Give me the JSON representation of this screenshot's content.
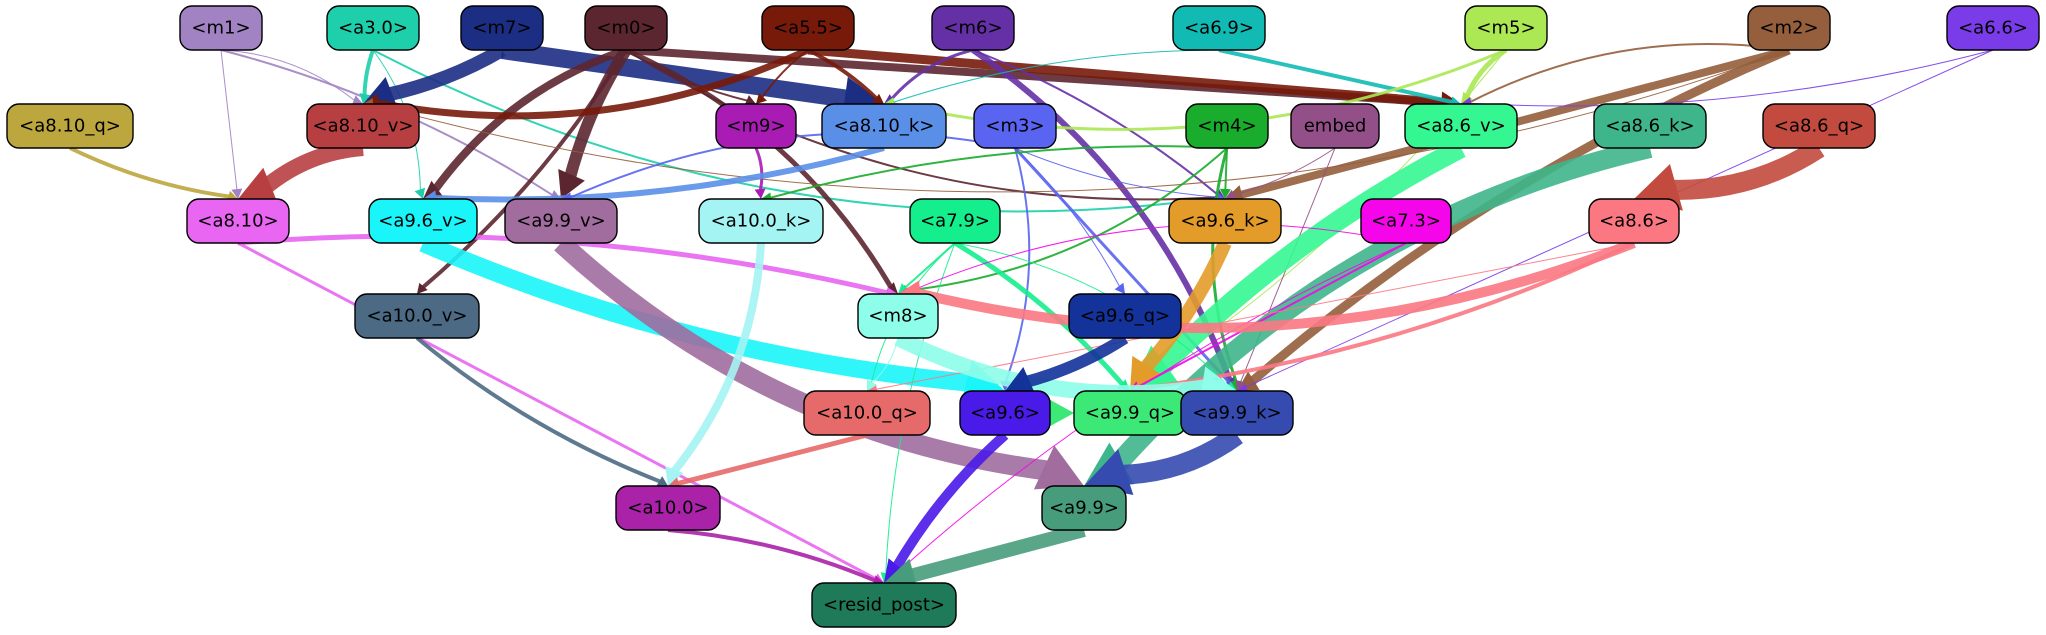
{
  "graph": {
    "nodes": [
      {
        "id": "m1",
        "label": "<m1>",
        "color": "#a182c2"
      },
      {
        "id": "a3_0",
        "label": "<a3.0>",
        "color": "#1dcfaa"
      },
      {
        "id": "m7",
        "label": "<m7>",
        "color": "#1c2e84"
      },
      {
        "id": "m0",
        "label": "<m0>",
        "color": "#5c2630"
      },
      {
        "id": "a5_5",
        "label": "<a5.5>",
        "color": "#771a0a"
      },
      {
        "id": "m6",
        "label": "<m6>",
        "color": "#6530a6"
      },
      {
        "id": "a6_9",
        "label": "<a6.9>",
        "color": "#12bab4"
      },
      {
        "id": "m5",
        "label": "<m5>",
        "color": "#abe854"
      },
      {
        "id": "m2",
        "label": "<m2>",
        "color": "#955e3c"
      },
      {
        "id": "a6_6",
        "label": "<a6.6>",
        "color": "#7a3be8"
      },
      {
        "id": "a8_10_q",
        "label": "<a8.10_q>",
        "color": "#bca63e"
      },
      {
        "id": "a8_10_v",
        "label": "<a8.10_v>",
        "color": "#b73f42"
      },
      {
        "id": "m9",
        "label": "<m9>",
        "color": "#a81cb4"
      },
      {
        "id": "a8_10_k",
        "label": "<a8.10_k>",
        "color": "#5a8fe8"
      },
      {
        "id": "m3",
        "label": "<m3>",
        "color": "#5964f0"
      },
      {
        "id": "m4",
        "label": "<m4>",
        "color": "#1aac2c"
      },
      {
        "id": "embed",
        "label": "embed",
        "color": "#934f88"
      },
      {
        "id": "a8_6_v",
        "label": "<a8.6_v>",
        "color": "#35f792"
      },
      {
        "id": "a8_6_k",
        "label": "<a8.6_k>",
        "color": "#3eb58a"
      },
      {
        "id": "a8_6_q",
        "label": "<a8.6_q>",
        "color": "#c24a3e"
      },
      {
        "id": "a8_10",
        "label": "<a8.10>",
        "color": "#e866f1"
      },
      {
        "id": "a9_6_v",
        "label": "<a9.6_v>",
        "color": "#19f5f9"
      },
      {
        "id": "a9_9_v",
        "label": "<a9.9_v>",
        "color": "#a06d9e"
      },
      {
        "id": "a10_0_k",
        "label": "<a10.0_k>",
        "color": "#a3f4f3"
      },
      {
        "id": "a7_9",
        "label": "<a7.9>",
        "color": "#15ee8c"
      },
      {
        "id": "a9_6_k",
        "label": "<a9.6_k>",
        "color": "#e39b2a"
      },
      {
        "id": "a7_3",
        "label": "<a7.3>",
        "color": "#f505e9"
      },
      {
        "id": "a8_6",
        "label": "<a8.6>",
        "color": "#fb7883"
      },
      {
        "id": "a10_0_v",
        "label": "<a10.0_v>",
        "color": "#4c6a84"
      },
      {
        "id": "m8",
        "label": "<m8>",
        "color": "#8efde9"
      },
      {
        "id": "a9_6_q",
        "label": "<a9.6_q>",
        "color": "#13329a"
      },
      {
        "id": "a10_0_q",
        "label": "<a10.0_q>",
        "color": "#e56a69"
      },
      {
        "id": "a9_6",
        "label": "<a9.6>",
        "color": "#4a1ae8"
      },
      {
        "id": "a9_9_q",
        "label": "<a9.9_q>",
        "color": "#3de976"
      },
      {
        "id": "a9_9_k",
        "label": "<a9.9_k>",
        "color": "#354bb0"
      },
      {
        "id": "a10_0",
        "label": "<a10.0>",
        "color": "#a922a8"
      },
      {
        "id": "a9_9",
        "label": "<a9.9>",
        "color": "#479c7c"
      },
      {
        "id": "resid_post",
        "label": "<resid_post>",
        "color": "#1e7a58"
      }
    ],
    "edges": [
      {
        "from": "m1",
        "to": "a8_10_v",
        "color": "#a182c2",
        "weight": 1
      },
      {
        "from": "m1",
        "to": "a9_9_v",
        "color": "#a182c2",
        "weight": 2
      },
      {
        "from": "m1",
        "to": "a8_10",
        "color": "#a182c2",
        "weight": 1
      },
      {
        "from": "a3_0",
        "to": "a8_10_v",
        "color": "#1dcfaa",
        "weight": 4
      },
      {
        "from": "a3_0",
        "to": "a9_6_k",
        "color": "#1dcfaa",
        "weight": 2
      },
      {
        "from": "a3_0",
        "to": "a9_6_v",
        "color": "#1dcfaa",
        "weight": 1
      },
      {
        "from": "m7",
        "to": "a8_10_v",
        "color": "#1c2e84",
        "weight": 14
      },
      {
        "from": "m7",
        "to": "a8_10_k",
        "color": "#1c2e84",
        "weight": 18
      },
      {
        "from": "m0",
        "to": "a9_9_v",
        "color": "#5c2630",
        "weight": 12
      },
      {
        "from": "m0",
        "to": "a9_6_v",
        "color": "#5c2630",
        "weight": 8
      },
      {
        "from": "m0",
        "to": "m8",
        "color": "#5c2630",
        "weight": 5
      },
      {
        "from": "m0",
        "to": "a10_0_v",
        "color": "#5c2630",
        "weight": 4
      },
      {
        "from": "m0",
        "to": "a8_6_v",
        "color": "#5c2630",
        "weight": 8
      },
      {
        "from": "m0",
        "to": "m9",
        "color": "#5c2630",
        "weight": 2
      },
      {
        "from": "m0",
        "to": "a9_6_k",
        "color": "#5c2630",
        "weight": 2
      },
      {
        "from": "a5_5",
        "to": "a8_10_v",
        "color": "#771a0a",
        "weight": 7
      },
      {
        "from": "a5_5",
        "to": "a8_10_k",
        "color": "#771a0a",
        "weight": 4
      },
      {
        "from": "a5_5",
        "to": "a8_6_v",
        "color": "#771a0a",
        "weight": 9
      },
      {
        "from": "a5_5",
        "to": "m9",
        "color": "#771a0a",
        "weight": 2
      },
      {
        "from": "m6",
        "to": "a8_10_k",
        "color": "#6530a6",
        "weight": 3
      },
      {
        "from": "m6",
        "to": "a9_9_k",
        "color": "#6530a6",
        "weight": 6
      },
      {
        "from": "m6",
        "to": "a9_6_k",
        "color": "#6530a6",
        "weight": 2
      },
      {
        "from": "a6_9",
        "to": "a8_6_v",
        "color": "#12bab4",
        "weight": 4
      },
      {
        "from": "a6_9",
        "to": "a8_10_k",
        "color": "#12bab4",
        "weight": 1
      },
      {
        "from": "m5",
        "to": "a8_6_v",
        "color": "#abe854",
        "weight": 5
      },
      {
        "from": "m5",
        "to": "a8_10_k",
        "color": "#abe854",
        "weight": 3
      },
      {
        "from": "m5",
        "to": "a9_9_q",
        "color": "#abe854",
        "weight": 1
      },
      {
        "from": "m2",
        "to": "a9_6_k",
        "color": "#955e3c",
        "weight": 8
      },
      {
        "from": "m2",
        "to": "a9_9_k",
        "color": "#955e3c",
        "weight": 9
      },
      {
        "from": "m2",
        "to": "a8_6_v",
        "color": "#955e3c",
        "weight": 2
      },
      {
        "from": "m2",
        "to": "a8_10_v",
        "color": "#955e3c",
        "weight": 1
      },
      {
        "from": "a6_6",
        "to": "a8_6_v",
        "color": "#7a3be8",
        "weight": 1
      },
      {
        "from": "a6_6",
        "to": "a9_9_k",
        "color": "#7a3be8",
        "weight": 1
      },
      {
        "from": "a8_10_q",
        "to": "a8_10",
        "color": "#bca63e",
        "weight": 4
      },
      {
        "from": "a8_10_v",
        "to": "a8_10",
        "color": "#b73f42",
        "weight": 16
      },
      {
        "from": "m9",
        "to": "a10_0_k",
        "color": "#a81cb4",
        "weight": 3
      },
      {
        "from": "a8_10_k",
        "to": "a9_6_v",
        "color": "#5a8fe8",
        "weight": 6
      },
      {
        "from": "m3",
        "to": "a9_9_k",
        "color": "#5964f0",
        "weight": 3
      },
      {
        "from": "m3",
        "to": "a9_6_k",
        "color": "#5964f0",
        "weight": 1
      },
      {
        "from": "m3",
        "to": "a9_9_v",
        "color": "#5964f0",
        "weight": 2
      },
      {
        "from": "m3",
        "to": "a9_6",
        "color": "#5964f0",
        "weight": 2
      },
      {
        "from": "m3",
        "to": "a9_6_q",
        "color": "#5964f0",
        "weight": 1
      },
      {
        "from": "m4",
        "to": "a9_6_k",
        "color": "#1aac2c",
        "weight": 2
      },
      {
        "from": "m4",
        "to": "a10_0_k",
        "color": "#1aac2c",
        "weight": 2
      },
      {
        "from": "m4",
        "to": "a9_9_k",
        "color": "#1aac2c",
        "weight": 3
      },
      {
        "from": "m4",
        "to": "m8",
        "color": "#1aac2c",
        "weight": 2
      },
      {
        "from": "embed",
        "to": "a9_6_k",
        "color": "#934f88",
        "weight": 1
      },
      {
        "from": "embed",
        "to": "a9_9_k",
        "color": "#934f88",
        "weight": 1
      },
      {
        "from": "a8_6_v",
        "to": "a9_9_q",
        "color": "#35f792",
        "weight": 20
      },
      {
        "from": "a8_6_k",
        "to": "a9_9",
        "color": "#3eb58a",
        "weight": 20
      },
      {
        "from": "a8_6_q",
        "to": "a8_6",
        "color": "#c24a3e",
        "weight": 20
      },
      {
        "from": "a8_10",
        "to": "m8",
        "color": "#e866f1",
        "weight": 5
      },
      {
        "from": "a8_10",
        "to": "resid_post",
        "color": "#e866f1",
        "weight": 3
      },
      {
        "from": "a9_6_v",
        "to": "a9_6",
        "color": "#19f5f9",
        "weight": 18
      },
      {
        "from": "a9_9_v",
        "to": "a9_9",
        "color": "#a06d9e",
        "weight": 20
      },
      {
        "from": "a10_0_k",
        "to": "a10_0",
        "color": "#a3f4f3",
        "weight": 8
      },
      {
        "from": "a7_9",
        "to": "a9_9_q",
        "color": "#15ee8c",
        "weight": 5
      },
      {
        "from": "a7_9",
        "to": "m8",
        "color": "#15ee8c",
        "weight": 2
      },
      {
        "from": "a7_9",
        "to": "resid_post",
        "color": "#15ee8c",
        "weight": 1
      },
      {
        "from": "a7_9",
        "to": "a10_0_q",
        "color": "#15ee8c",
        "weight": 1
      },
      {
        "from": "a7_9",
        "to": "a9_9_k",
        "color": "#15ee8c",
        "weight": 1
      },
      {
        "from": "a9_6_k",
        "to": "a9_9_q",
        "color": "#e39b2a",
        "weight": 14
      },
      {
        "from": "a7_3",
        "to": "a9_9_q",
        "color": "#f505e9",
        "weight": 2
      },
      {
        "from": "a7_3",
        "to": "resid_post",
        "color": "#f505e9",
        "weight": 1
      },
      {
        "from": "a7_3",
        "to": "m8",
        "color": "#f505e9",
        "weight": 1
      },
      {
        "from": "a8_6",
        "to": "m8",
        "color": "#fb7883",
        "weight": 10
      },
      {
        "from": "a8_6",
        "to": "a9_9_q",
        "color": "#fb7883",
        "weight": 4
      },
      {
        "from": "a8_6",
        "to": "a10_0_q",
        "color": "#fb7883",
        "weight": 1
      },
      {
        "from": "a10_0_v",
        "to": "a10_0",
        "color": "#4c6a84",
        "weight": 4
      },
      {
        "from": "m8",
        "to": "a9_9_k",
        "color": "#8efde9",
        "weight": 16
      },
      {
        "from": "m8",
        "to": "a10_0_q",
        "color": "#8efde9",
        "weight": 1
      },
      {
        "from": "a9_6_q",
        "to": "a9_6",
        "color": "#13329a",
        "weight": 12
      },
      {
        "from": "a10_0_q",
        "to": "a10_0",
        "color": "#e56a69",
        "weight": 5
      },
      {
        "from": "a9_6",
        "to": "resid_post",
        "color": "#4a1ae8",
        "weight": 10
      },
      {
        "from": "a9_6",
        "to": "a9_9_q",
        "color": "#3de976",
        "weight": 14
      },
      {
        "from": "a9_9_k",
        "to": "a9_9",
        "color": "#354bb0",
        "weight": 20
      },
      {
        "from": "a10_0",
        "to": "resid_post",
        "color": "#a922a8",
        "weight": 4
      },
      {
        "from": "a9_9",
        "to": "resid_post",
        "color": "#479c7c",
        "weight": 14
      }
    ]
  }
}
